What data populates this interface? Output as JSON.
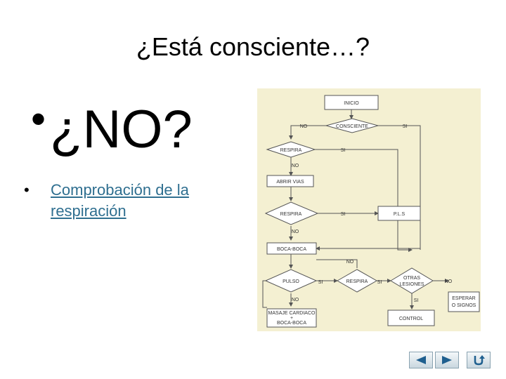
{
  "slide": {
    "title": "¿Está consciente…?",
    "main_bullet": "¿NO?",
    "sub_bullet_link": "Comprobación de la respiración"
  },
  "flowchart": {
    "inicio": "INICIO",
    "consciente": "CONSCIENTE",
    "respira1": "RESPIRA",
    "abrir_vias": "ABRIR VIAS",
    "respira2": "RESPIRA",
    "pls": "P.L.S",
    "boca_boca": "BOCA-BOCA",
    "pulso": "PULSO",
    "respira3": "RESPIRA",
    "otras_lesiones_1": "OTRAS",
    "otras_lesiones_2": "LESIONES",
    "masaje_1": "MASAJE CARDIACO",
    "masaje_2": "+",
    "masaje_3": "BOCA-BOCA",
    "control": "CONTROL",
    "esperar_1": "ESPERAR",
    "esperar_2": "O SIGNOS",
    "no": "NO",
    "si": "SI"
  },
  "colors": {
    "link": "#2f6f90",
    "flow_bg": "#f4f0d2",
    "nav_arrow": "#1f5f8f"
  },
  "nav": {
    "prev_icon": "triangle-left",
    "next_icon": "triangle-right",
    "return_icon": "u-turn-arrow"
  }
}
